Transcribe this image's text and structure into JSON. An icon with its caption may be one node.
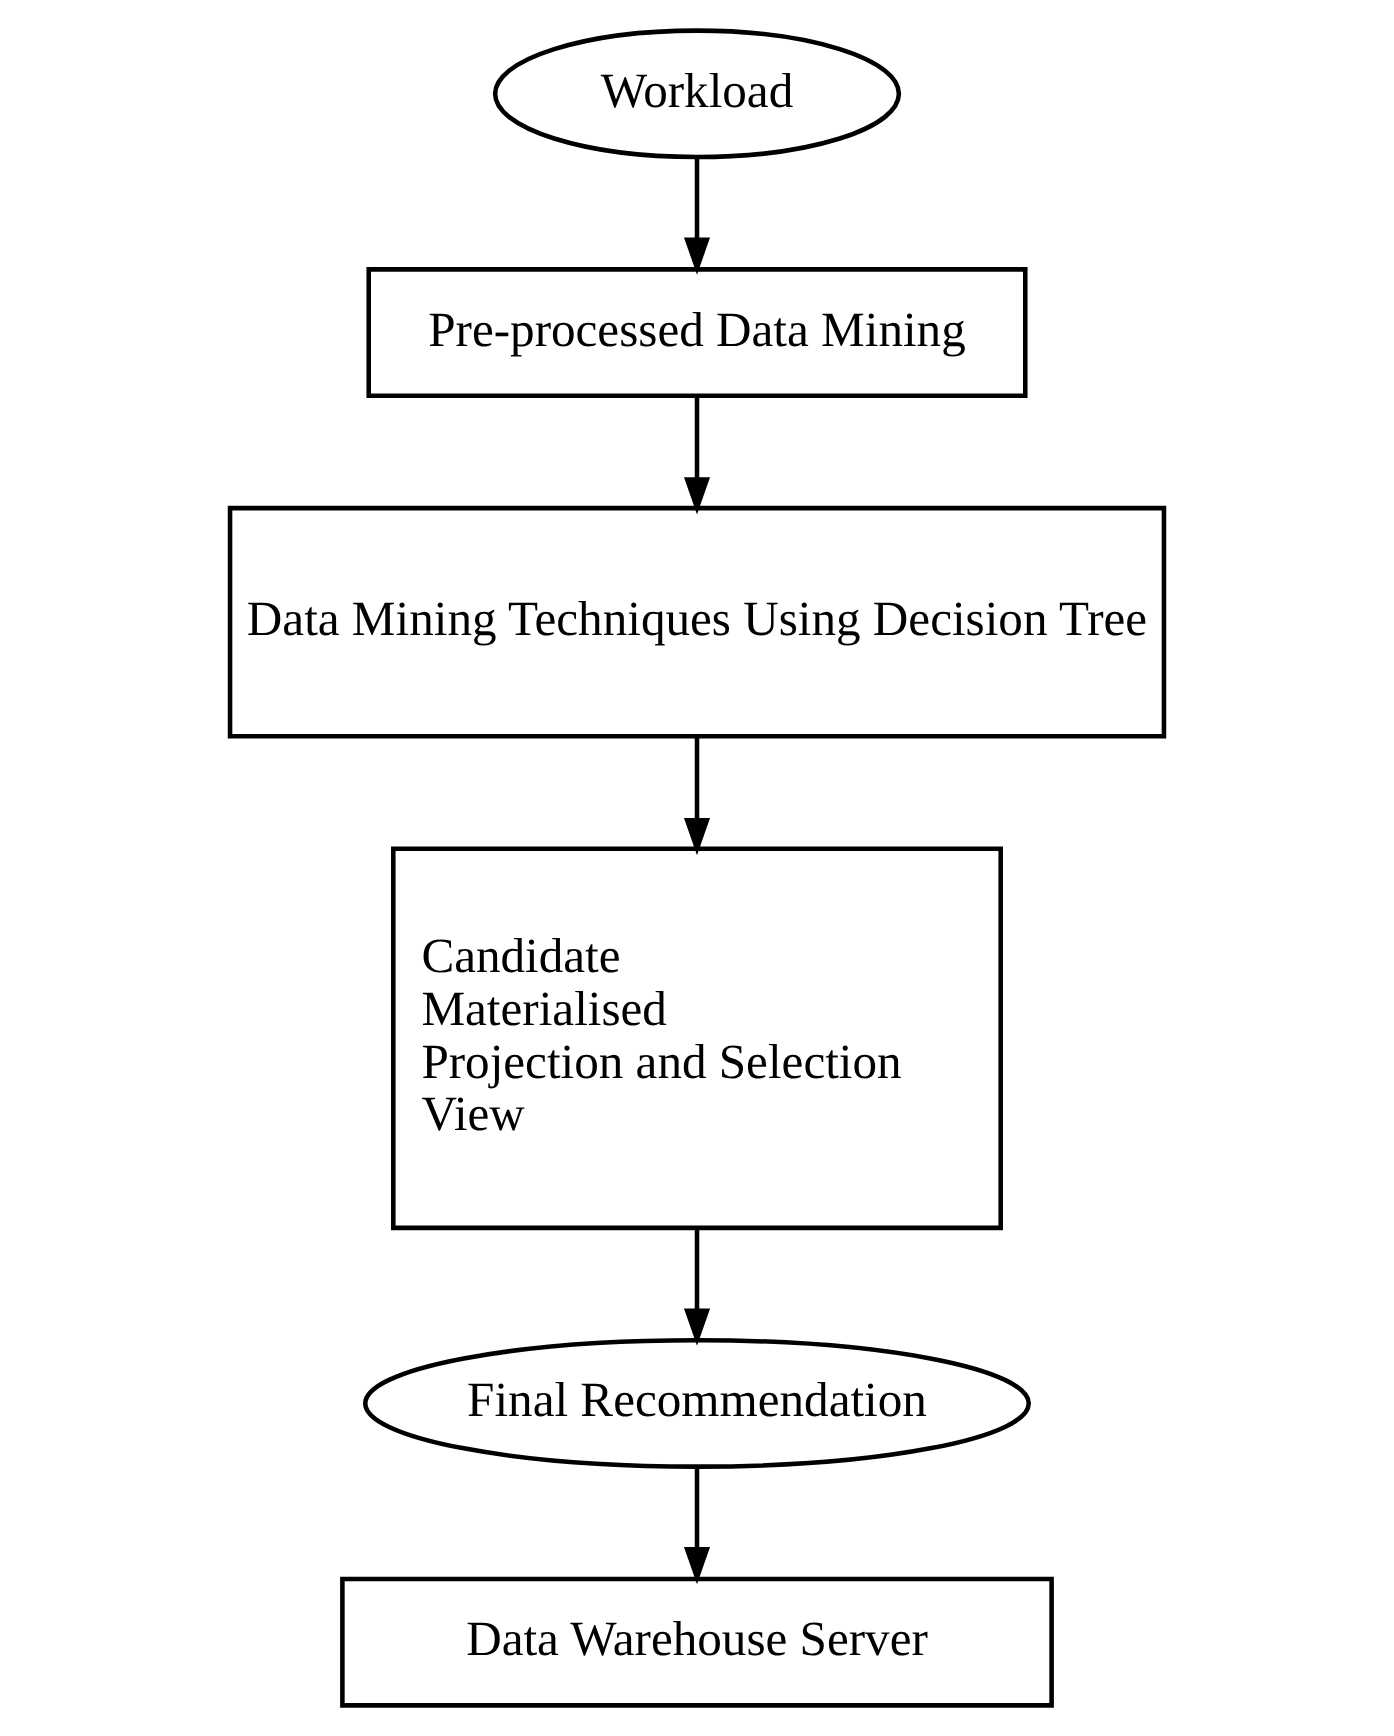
{
  "diagram": {
    "nodes": [
      {
        "text": [
          "Workload"
        ]
      },
      {
        "text": [
          "Pre-processed Data Mining"
        ]
      },
      {
        "text": [
          "Data Mining Techniques Using Decision Tree"
        ]
      },
      {
        "text": [
          "Candidate Materialised Projection and Selection View"
        ]
      },
      {
        "text": [
          "Final Recommendation"
        ]
      },
      {
        "text": [
          "Data Warehouse Server"
        ]
      }
    ],
    "edges": [
      {
        "from": 0,
        "to": 1,
        "arrow": "to"
      },
      {
        "from": 1,
        "to": 2,
        "arrow": "to"
      },
      {
        "from": 2,
        "to": 3,
        "arrow": "to"
      },
      {
        "from": 3,
        "to": 4,
        "arrow": "to"
      },
      {
        "from": 4,
        "to": 5,
        "arrow": "to"
      }
    ]
  }
}
